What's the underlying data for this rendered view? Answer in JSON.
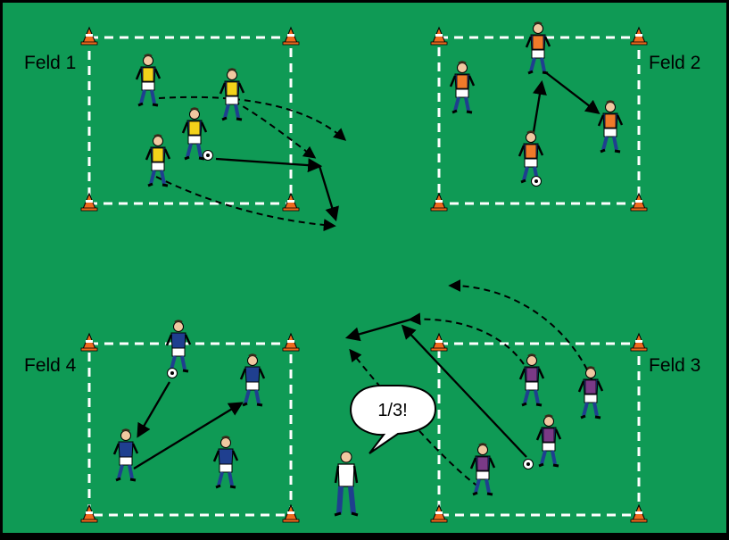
{
  "colors": {
    "pitch": "#0f9a55",
    "border": "#000000",
    "lines": "#ffffff",
    "cone": "#f06a1e",
    "team_yellow": "#f3d21a",
    "team_orange": "#f07a2a",
    "team_purple": "#7a3a86",
    "team_blue": "#1f3f8f",
    "coach": "#ffffff"
  },
  "fields": [
    {
      "id": "feld-1",
      "label": "Feld 1"
    },
    {
      "id": "feld-2",
      "label": "Feld 2"
    },
    {
      "id": "feld-3",
      "label": "Feld 3"
    },
    {
      "id": "feld-4",
      "label": "Feld 4"
    }
  ],
  "coach": {
    "speech": "1/3!"
  },
  "icons": [
    "cone-icon",
    "ball-icon",
    "player-icon",
    "coach-icon",
    "speech-bubble-icon",
    "arrow-icon"
  ]
}
